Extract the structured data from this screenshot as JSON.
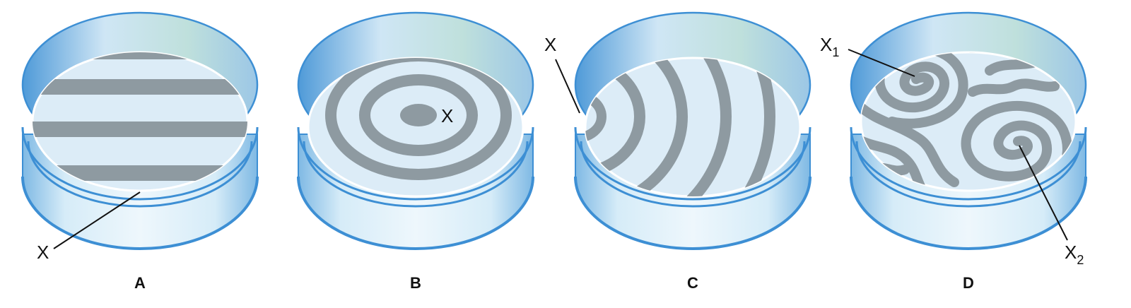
{
  "colors": {
    "rim": "#3d8fd4",
    "wall": "#d6ecf8",
    "wall_shade": "#7fb9e4",
    "medium": "#dcecf7",
    "wave": "#8e9aa1",
    "leader": "#111111"
  },
  "panels": [
    {
      "id": "A",
      "letter": "A",
      "pattern": "plane waves",
      "labels": [
        {
          "text": "X",
          "sub": ""
        }
      ]
    },
    {
      "id": "B",
      "letter": "B",
      "pattern": "concentric rings",
      "labels": [
        {
          "text": "X",
          "sub": ""
        }
      ]
    },
    {
      "id": "C",
      "letter": "C",
      "pattern": "arc waves",
      "labels": [
        {
          "text": "X",
          "sub": ""
        }
      ]
    },
    {
      "id": "D",
      "letter": "D",
      "pattern": "spiral waves",
      "labels": [
        {
          "text": "X",
          "sub": "1"
        },
        {
          "text": "X",
          "sub": "2"
        }
      ]
    }
  ]
}
